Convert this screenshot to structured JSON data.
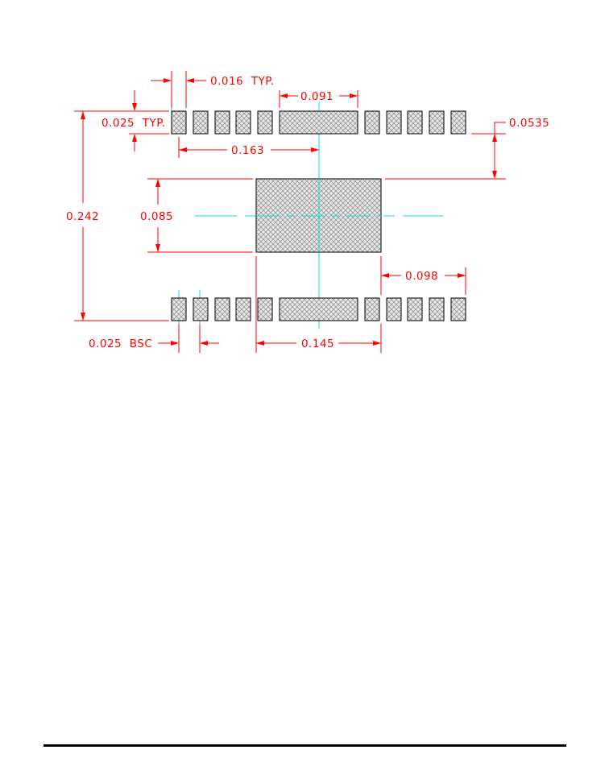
{
  "labels": {
    "lead_width": "0.016  TYP.",
    "lead_length": "0.025  TYP.",
    "tab_width": "0.091",
    "offset_0535": "0.0535",
    "half_span": "0.163",
    "overall_height": "0.242",
    "thermal_pad_height": "0.085",
    "edge_098": "0.098",
    "pitch": "0.025  BSC",
    "thermal_pad_width": "0.145"
  },
  "colors": {
    "dimension": "#ff0000",
    "centerline": "#00e5ee",
    "outline": "#000000",
    "hatch": "#888888"
  }
}
